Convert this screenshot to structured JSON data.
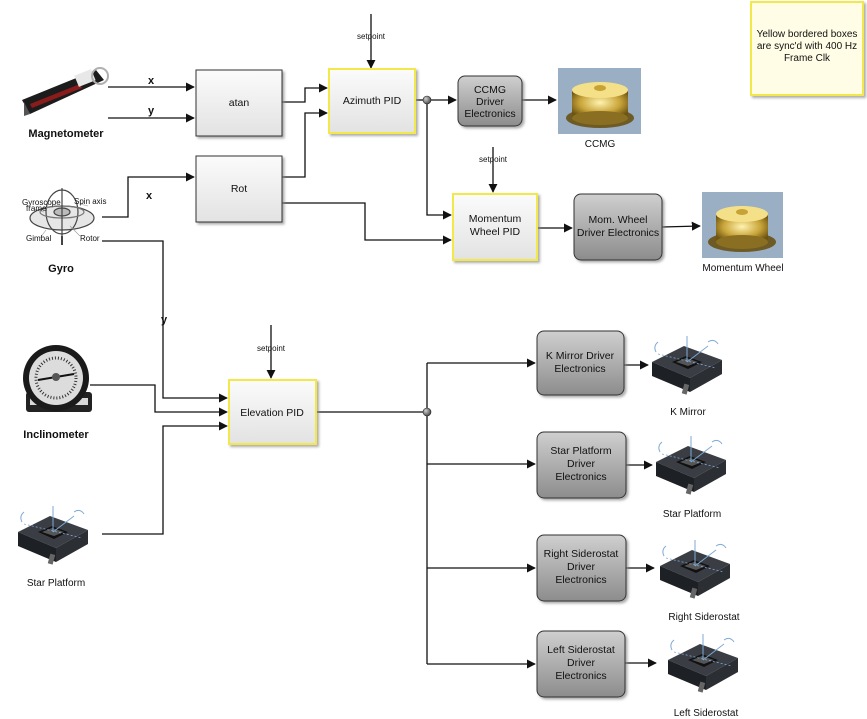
{
  "note": [
    "Yellow bordered boxes",
    "are sync'd with 400 Hz",
    "Frame Clk"
  ],
  "sensors": {
    "magnetometer": "Magnetometer",
    "gyro": "Gyro",
    "inclinometer": "Inclinometer",
    "star_platform_input": "Star Platform"
  },
  "gyro_parts": {
    "gyroscope_frame": [
      "Gyroscope",
      "frame"
    ],
    "spin_axis": "Spin axis",
    "gimbal": "Gimbal",
    "rotor": "Rotor"
  },
  "signals": {
    "x": "x",
    "y": "y",
    "setpoint": "setpoint"
  },
  "blocks": {
    "atan": "atan",
    "rot": "Rot",
    "azimuth_pid": "Azimuth PID",
    "momentum_pid": [
      "Momentum",
      "Wheel PID"
    ],
    "elevation_pid": "Elevation PID",
    "ccmg_driver": [
      "CCMG",
      "Driver",
      "Electronics"
    ],
    "mom_wheel_driver": [
      "Mom. Wheel",
      "Driver Electronics"
    ],
    "kmirror_driver": [
      "K Mirror Driver",
      "Electronics"
    ],
    "star_platform_driver": [
      "Star Platform",
      "Driver",
      "Electronics"
    ],
    "right_siderostat_driver": [
      "Right Siderostat",
      "Driver",
      "Electronics"
    ],
    "left_siderostat_driver": [
      "Left Siderostat",
      "Driver",
      "Electronics"
    ]
  },
  "outputs": {
    "ccmg": "CCMG",
    "momentum_wheel": "Momentum Wheel",
    "kmirror": "K Mirror",
    "star_platform": "Star Platform",
    "right_siderostat": "Right Siderostat",
    "left_siderostat": "Left Siderostat"
  },
  "colors": {
    "sync_border": "#f2e84a",
    "driver_fill": "#9a9a9a",
    "block_fill": "#eeeeee",
    "note_fill": "#fffde6"
  }
}
